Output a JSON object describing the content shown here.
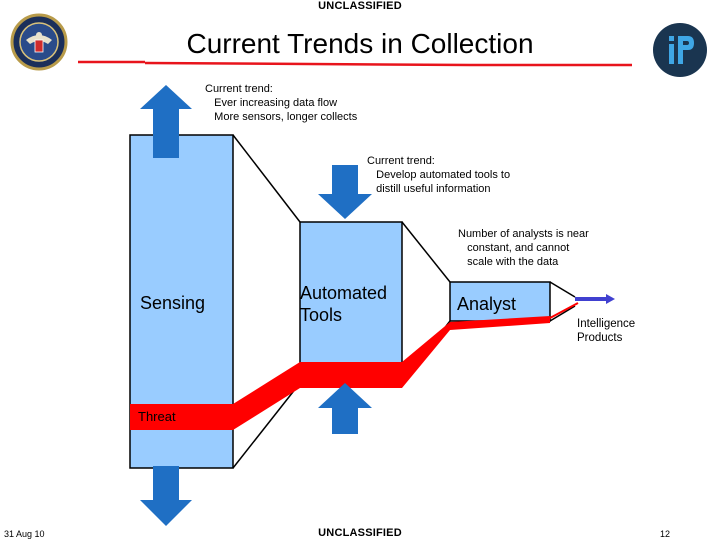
{
  "header": {
    "classification_top": "UNCLASSIFIED",
    "title": "Current Trends in Collection"
  },
  "notes": {
    "trend_data_flow": "Current trend:\n   Ever increasing data flow\n   More sensors, longer collects",
    "trend_automation": "Current trend:\n   Develop automated tools to\n   distill useful information",
    "analysts": "Number of analysts is near\n   constant, and cannot\n   scale with the data"
  },
  "boxes": {
    "sensing": "Sensing",
    "automated_tools": "Automated\nTools",
    "analyst": "Analyst"
  },
  "labels": {
    "threat": "Threat",
    "intelligence_products": "Intelligence\nProducts"
  },
  "footer": {
    "date": "31 Aug 10",
    "classification_bottom": "UNCLASSIFIED",
    "page_number": "12"
  },
  "colors": {
    "box_fill": "#99ccff",
    "arrow_blue": "#1f6fc4",
    "threat_red": "#ff0000",
    "rule_red": "#e8141c",
    "logo_dark": "#1a3550",
    "logo_accent": "#3fa7e6"
  },
  "icons": {
    "left_logo": "odni-seal-icon",
    "right_logo": "ip-logo-icon"
  }
}
